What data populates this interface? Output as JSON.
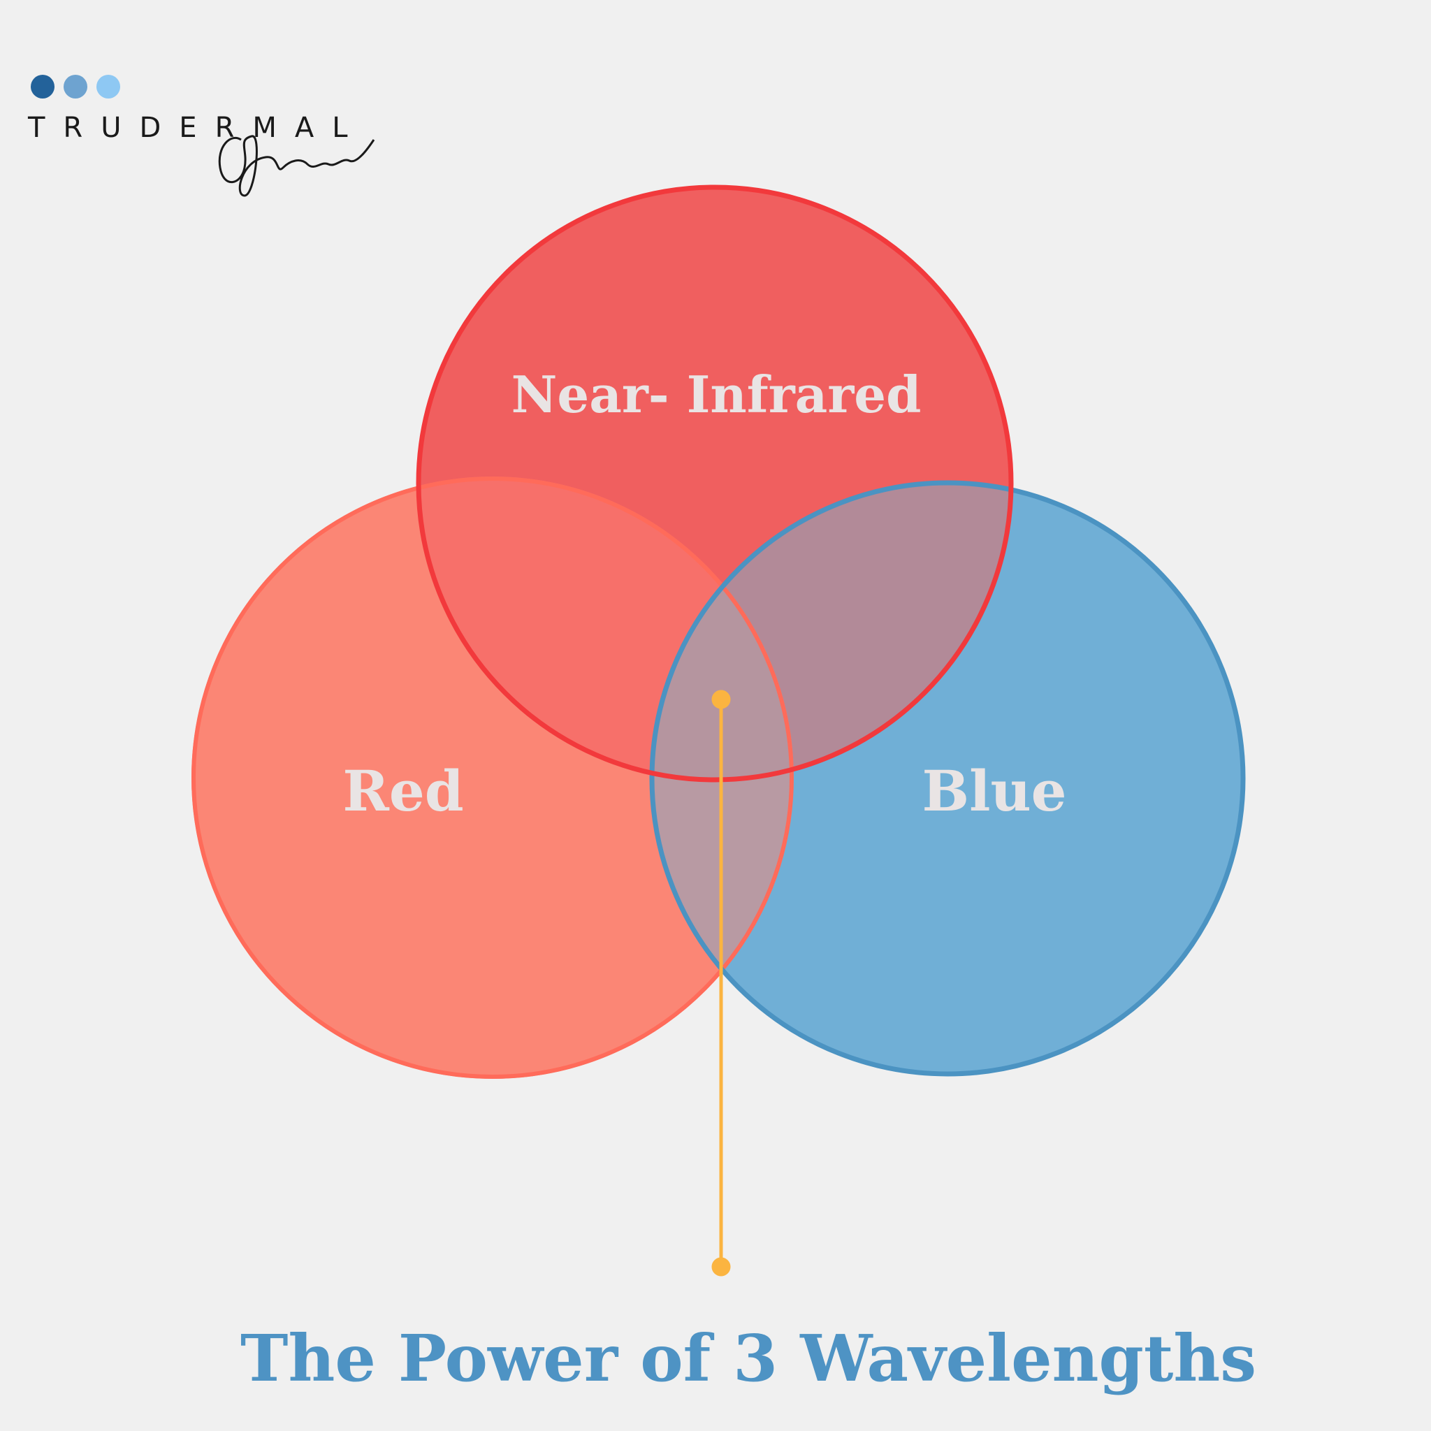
{
  "logo": {
    "brand": "TRUDERMAL",
    "script": "Glow",
    "dot_colors": [
      "#23629a",
      "#6ea3d0",
      "#8ec8f3"
    ]
  },
  "venn": {
    "circles": [
      {
        "label": "Near- Infrared",
        "color": "#f05f5f",
        "stroke": "#f2393c"
      },
      {
        "label": "Red",
        "color": "#fb8675",
        "stroke": "#ff6b5a"
      },
      {
        "label": "Blue",
        "color": "#70afd6",
        "stroke": "#4b93c2"
      }
    ],
    "overlap_colors": {
      "nir_red": "#f7706a",
      "nir_blue": "#b28a98",
      "red_blue": "#b89aa3",
      "all": "#b5959f"
    },
    "pointer_color": "#fbb440"
  },
  "title": "The Power of 3 Wavelengths"
}
